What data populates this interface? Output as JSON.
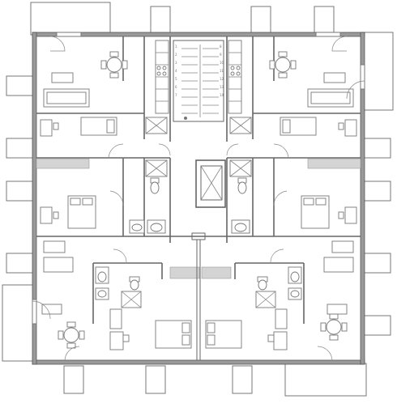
{
  "drawing": {
    "type": "residential floor plan",
    "stair_step_numbers": [
      "1",
      "2",
      "3",
      "4",
      "5",
      "6",
      "7",
      "8",
      "9",
      "10",
      "11",
      "12",
      "13",
      "14"
    ]
  },
  "colors": {
    "wall_fill": "#9a9a9a",
    "wall_stroke": "#555555",
    "line": "#888888",
    "shaded": "#d4d4d4",
    "background": "#ffffff"
  }
}
